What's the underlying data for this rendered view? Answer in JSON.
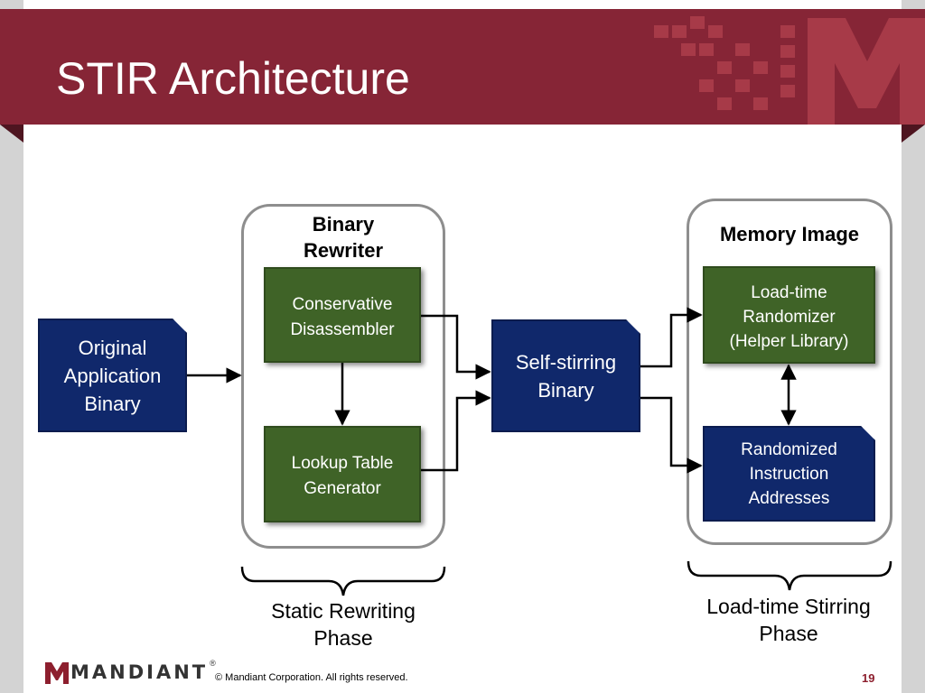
{
  "slide": {
    "title": "STIR Architecture",
    "footer": "© Mandiant Corporation. All rights reserved.",
    "page_number": "19",
    "logo_text": "MANDIANT",
    "logo_reg": "®"
  },
  "diagram": {
    "original_binary": [
      "Original",
      "Application",
      "Binary"
    ],
    "binary_rewriter": {
      "title": [
        "Binary",
        "Rewriter"
      ],
      "disassembler": [
        "Conservative",
        "Disassembler"
      ],
      "lookup": [
        "Lookup Table",
        "Generator"
      ]
    },
    "self_stirring": [
      "Self-stirring",
      "Binary"
    ],
    "memory_image": {
      "title": "Memory Image",
      "randomizer": [
        "Load-time",
        "Randomizer",
        "(Helper Library)"
      ],
      "addresses": [
        "Randomized",
        "Instruction",
        "Addresses"
      ]
    },
    "phases": {
      "static": [
        "Static Rewriting",
        "Phase"
      ],
      "load_time": [
        "Load-time Stirring",
        "Phase"
      ]
    }
  },
  "colors": {
    "banner": "#862536",
    "green_box": "#3f6327",
    "navy_box": "#10286b",
    "container_border": "#8e8e8e"
  }
}
